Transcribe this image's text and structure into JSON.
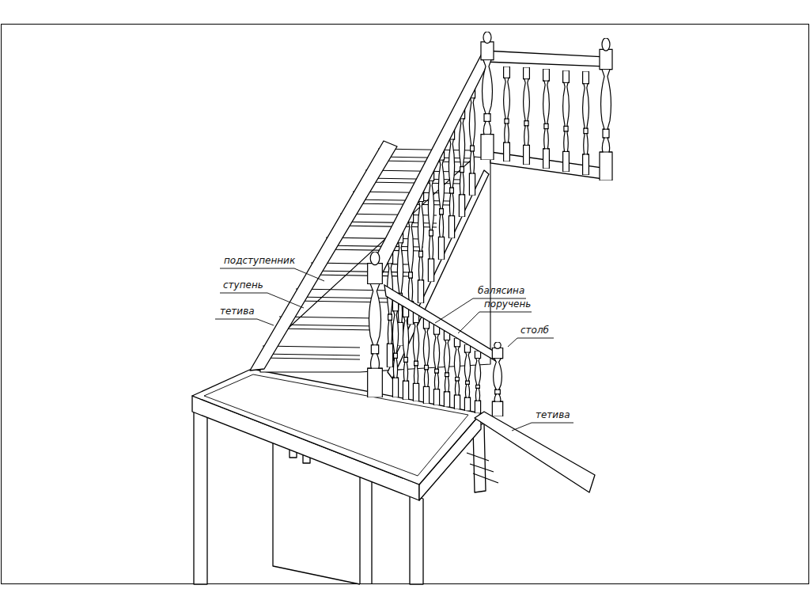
{
  "diagram": {
    "labels": [
      "подступенник",
      "ступень",
      "тетива",
      "балясина",
      "поручень",
      "столб",
      "тетива"
    ]
  }
}
